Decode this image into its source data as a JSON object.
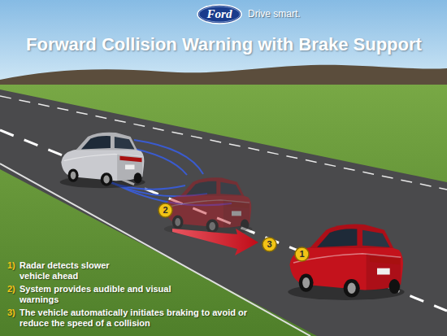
{
  "diagram": {
    "title": "Forward Collision Warning with Brake Support",
    "nodes": [
      {
        "text": [
          "Ford"
        ]
      },
      {
        "text": [
          "2"
        ]
      },
      {
        "text": [
          "3"
        ]
      },
      {
        "text": [
          "1"
        ]
      }
    ],
    "labels": [
      "Drive smart.",
      "1)",
      "Radar detects slower vehicle ahead",
      "2)",
      "System provides audible and visual warnings",
      "3)",
      "The vehicle automatically initiates braking to avoid or reduce the speed of a collision"
    ]
  }
}
